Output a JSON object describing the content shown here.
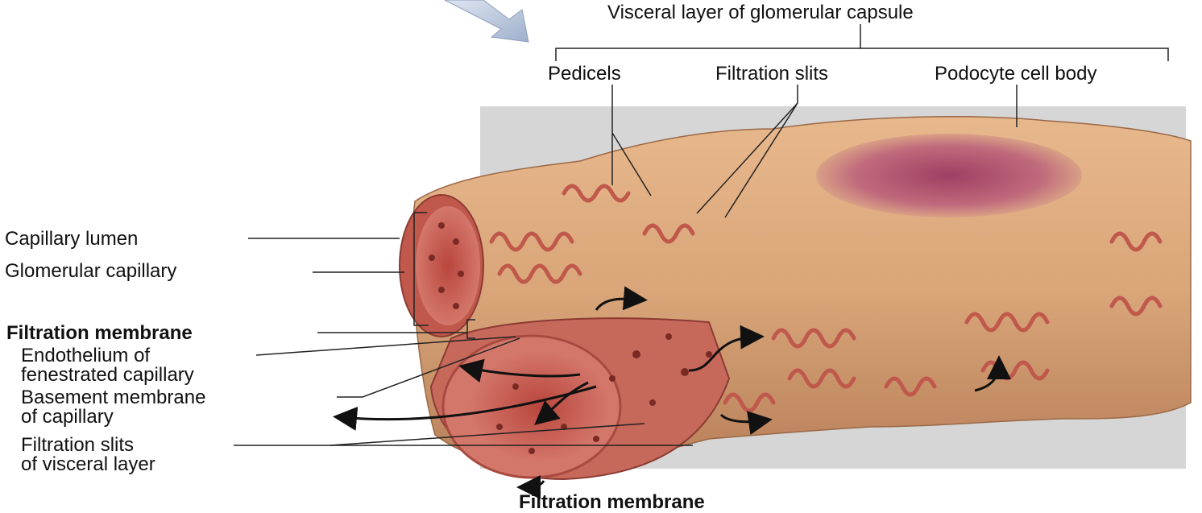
{
  "diagram": {
    "labels": {
      "visceral_layer": "Visceral layer of glomerular capsule",
      "pedicels": "Pedicels",
      "filtration_slits_top": "Filtration slits",
      "podocyte_cell_body": "Podocyte cell body",
      "capillary_lumen": "Capillary lumen",
      "glomerular_capillary": "Glomerular capillary",
      "filtration_membrane_left": "Filtration membrane",
      "endothelium": "Endothelium of\nfenestrated capillary",
      "basement_membrane": "Basement membrane\nof capillary",
      "filtration_slits_visceral": "Filtration slits\nof visceral layer",
      "filtration_membrane_bottom": "Filtration membrane"
    },
    "colors": {
      "background_panel": "#d6d6d6",
      "podocyte_tissue": "#d9a579",
      "capillary_wall": "#c0584c",
      "cell_body": "#b9566d",
      "pointer_arrow": "#aab8d2"
    }
  }
}
